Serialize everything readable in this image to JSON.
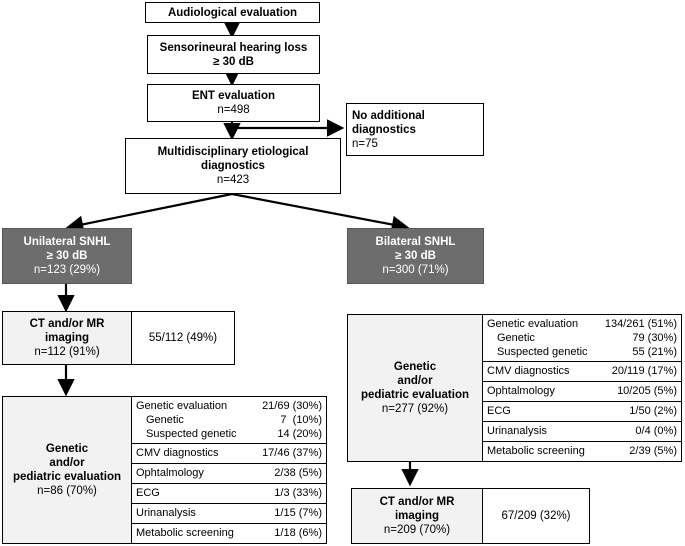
{
  "nodes": {
    "audio": "Audiological evaluation",
    "snhl_l1": "Sensorineural hearing loss",
    "snhl_l2": "≥ 30 dB",
    "ent_l1": "ENT evaluation",
    "ent_n": "n=498",
    "noadd_l1": "No additional",
    "noadd_l2": "diagnostics",
    "noadd_n": "n=75",
    "multi_l1": "Multidisciplinary etiological",
    "multi_l2": "diagnostics",
    "multi_n": "n=423",
    "uni_l1": "Unilateral SNHL",
    "uni_l2": "≥ 30 dB",
    "uni_n": "n=123 (29%)",
    "bi_l1": "Bilateral SNHL",
    "bi_l2": "≥ 30 dB",
    "bi_n": "n=300 (71%)",
    "ct_uni_l1": "CT and/or MR",
    "ct_uni_l2": "imaging",
    "ct_uni_n": "n=112 (91%)",
    "ct_uni_val": "55/112 (49%)",
    "gen_uni_l1": "Genetic",
    "gen_uni_l2": "and/or",
    "gen_uni_l3": "pediatric evaluation",
    "gen_uni_n": "n=86 (70%)",
    "gen_bi_l1": "Genetic",
    "gen_bi_l2": "and/or",
    "gen_bi_l3": "pediatric evaluation",
    "gen_bi_n": "n=277 (92%)",
    "ct_bi_l1": "CT and/or MR",
    "ct_bi_l2": "imaging",
    "ct_bi_n": "n=209 (70%)",
    "ct_bi_val": "67/209 (32%)"
  },
  "uni_table": {
    "genetic_eval": {
      "label": "Genetic evaluation",
      "value": "21/69 (30%)"
    },
    "genetic": {
      "label": "Genetic",
      "value": "7  (10%)"
    },
    "suspected": {
      "label": "Suspected genetic",
      "value": "14 (20%)"
    },
    "cmv": {
      "label": "CMV diagnostics",
      "value": "17/46 (37%)"
    },
    "oph": {
      "label": "Ophtalmology",
      "value": "2/38 (5%)"
    },
    "ecg": {
      "label": "ECG",
      "value": "1/3 (33%)"
    },
    "urin": {
      "label": "Urinanalysis",
      "value": "1/15 (7%)"
    },
    "meta": {
      "label": "Metabolic screening",
      "value": "1/18 (6%)"
    }
  },
  "bi_table": {
    "genetic_eval": {
      "label": "Genetic evaluation",
      "value": "134/261 (51%)"
    },
    "genetic": {
      "label": "Genetic",
      "value": "79 (30%)"
    },
    "suspected": {
      "label": "Suspected genetic",
      "value": "55 (21%)"
    },
    "cmv": {
      "label": "CMV diagnostics",
      "value": "20/119 (17%)"
    },
    "oph": {
      "label": "Ophtalmology",
      "value": "10/205 (5%)"
    },
    "ecg": {
      "label": "ECG",
      "value": "1/50 (2%)"
    },
    "urin": {
      "label": "Urinanalysis",
      "value": "0/4 (0%)"
    },
    "meta": {
      "label": "Metabolic screening",
      "value": "2/39 (5%)"
    }
  }
}
